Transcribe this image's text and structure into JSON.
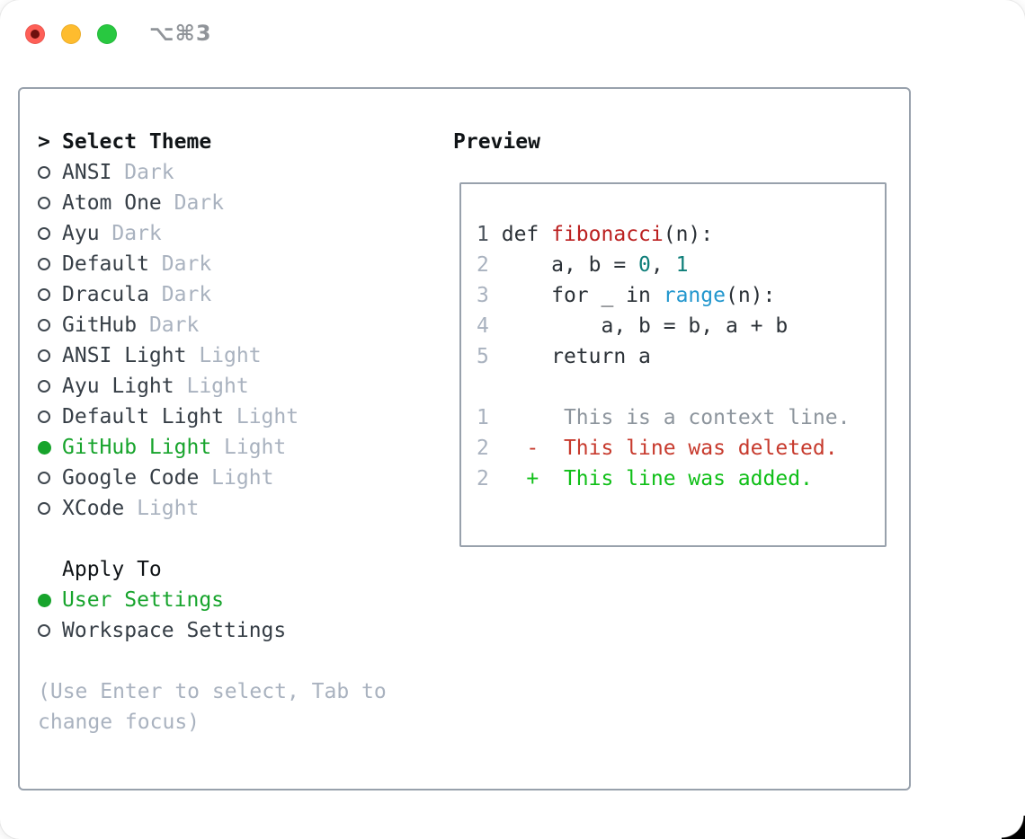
{
  "window": {
    "title": "⌥⌘3",
    "controls": [
      {
        "name": "close",
        "color": "#fe5f57"
      },
      {
        "name": "minimize",
        "color": "#febc2e"
      },
      {
        "name": "zoom",
        "color": "#28c840"
      }
    ]
  },
  "theme_picker": {
    "focus_marker": ">",
    "heading": "Select Theme",
    "items": [
      {
        "label": "ANSI",
        "tag": "Dark",
        "selected": false
      },
      {
        "label": "Atom One",
        "tag": "Dark",
        "selected": false
      },
      {
        "label": "Ayu",
        "tag": "Dark",
        "selected": false
      },
      {
        "label": "Default",
        "tag": "Dark",
        "selected": false
      },
      {
        "label": "Dracula",
        "tag": "Dark",
        "selected": false
      },
      {
        "label": "GitHub",
        "tag": "Dark",
        "selected": false
      },
      {
        "label": "ANSI Light",
        "tag": "Light",
        "selected": false
      },
      {
        "label": "Ayu Light",
        "tag": "Light",
        "selected": false
      },
      {
        "label": "Default Light",
        "tag": "Light",
        "selected": false
      },
      {
        "label": "GitHub Light",
        "tag": "Light",
        "selected": true
      },
      {
        "label": "Google Code",
        "tag": "Light",
        "selected": false
      },
      {
        "label": "XCode",
        "tag": "Light",
        "selected": false
      }
    ],
    "apply_to": {
      "heading": "Apply To",
      "options": [
        {
          "label": "User Settings",
          "selected": true
        },
        {
          "label": "Workspace Settings",
          "selected": false
        }
      ]
    },
    "hint_lines": [
      "(Use Enter to select, Tab to",
      "change focus)"
    ]
  },
  "preview": {
    "heading": "Preview",
    "code_lines": [
      {
        "tokens": [
          {
            "text": "1",
            "color": "line_number_active"
          },
          {
            "text": " ",
            "color": "code"
          },
          {
            "text": "def ",
            "color": "code"
          },
          {
            "text": "fibonacci",
            "color": "function"
          },
          {
            "text": "(n):",
            "color": "code"
          }
        ]
      },
      {
        "tokens": [
          {
            "text": "2",
            "color": "line_number"
          },
          {
            "text": "     a, b = ",
            "color": "code"
          },
          {
            "text": "0",
            "color": "number"
          },
          {
            "text": ", ",
            "color": "code"
          },
          {
            "text": "1",
            "color": "number"
          }
        ]
      },
      {
        "tokens": [
          {
            "text": "3",
            "color": "line_number"
          },
          {
            "text": "     for _ in ",
            "color": "code"
          },
          {
            "text": "range",
            "color": "call"
          },
          {
            "text": "(n):",
            "color": "code"
          }
        ]
      },
      {
        "tokens": [
          {
            "text": "4",
            "color": "line_number"
          },
          {
            "text": "         a, b = b, a + b",
            "color": "code"
          }
        ]
      },
      {
        "tokens": [
          {
            "text": "5",
            "color": "line_number"
          },
          {
            "text": "     return a",
            "color": "code"
          }
        ]
      }
    ],
    "diff_lines": [
      {
        "tokens": [
          {
            "text": "1",
            "color": "line_number"
          },
          {
            "text": "      ",
            "color": "context"
          },
          {
            "text": "This is a context line.",
            "color": "context"
          }
        ]
      },
      {
        "tokens": [
          {
            "text": "2",
            "color": "line_number"
          },
          {
            "text": "   ",
            "color": "code"
          },
          {
            "text": "-  This line was deleted.",
            "color": "deleted"
          }
        ]
      },
      {
        "tokens": [
          {
            "text": "2",
            "color": "line_number"
          },
          {
            "text": "   ",
            "color": "code"
          },
          {
            "text": "+  This line was added.",
            "color": "added"
          }
        ]
      }
    ]
  },
  "colors": {
    "selection_green": "#17a42c",
    "added_green": "#0fbf17",
    "deleted_red": "#c73a2d",
    "function_red": "#bb2020",
    "number_teal": "#0e7e79",
    "call_blue": "#2397ce",
    "border_gray": "#98a1ac",
    "muted_gray": "#a9b2bf",
    "text_dark": "#363e46",
    "traffic_red": "#fe5f57",
    "traffic_yellow": "#febc2e",
    "traffic_green": "#28c840"
  }
}
